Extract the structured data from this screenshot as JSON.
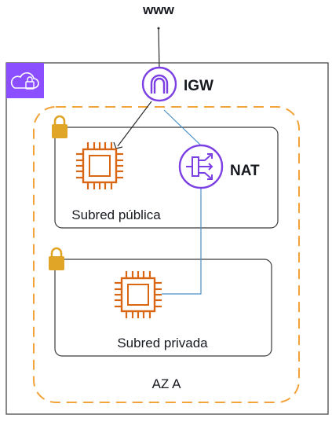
{
  "labels": {
    "internet": "www",
    "igw": "IGW",
    "nat": "NAT",
    "public_subnet": "Subred pública",
    "private_subnet": "Subred privada",
    "az": "AZ A"
  },
  "colors": {
    "vpc_border": "#3b3b3b",
    "vpc_badge": "#8c4fff",
    "az_border": "#f2a33a",
    "subnet_border": "#3b3b3b",
    "lock": "#e0a526",
    "compute": "#d86613",
    "network": "#7b3fe4",
    "route_line": "#4a90c8",
    "line": "#2b2b2b",
    "text": "#16191f"
  },
  "icons": [
    "vpc-cloud-lock-icon",
    "internet-gateway-icon",
    "nat-gateway-icon",
    "ec2-chip-icon",
    "lock-icon"
  ]
}
